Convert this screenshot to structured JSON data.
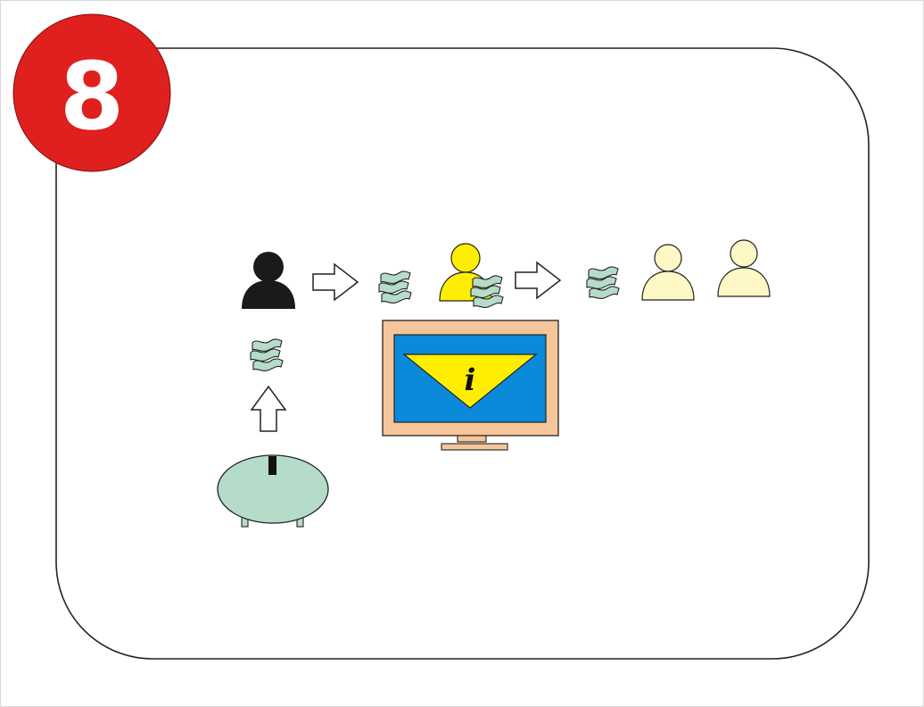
{
  "step_badge": {
    "number": "8",
    "color": "#e0201e",
    "text_color": "#ffffff"
  },
  "monitor": {
    "info_icon_letter": "i",
    "frame_color": "#f5c69a",
    "screen_color": "#0a8ad8",
    "triangle_color": "#ffee00"
  },
  "people": [
    {
      "name": "payer",
      "color": "#1a1a1a"
    },
    {
      "name": "middle-person",
      "color": "#ffee00"
    },
    {
      "name": "recipient-1",
      "color": "#fdf8c6"
    },
    {
      "name": "recipient-2",
      "color": "#fdf8c6"
    }
  ],
  "money_color": "#b4dcc8",
  "piggy_bank_color": "#b4dcc8",
  "icons": [
    "person-icon",
    "arrow-right-icon",
    "money-icon",
    "monitor-icon",
    "info-icon",
    "piggy-bank-icon",
    "arrow-up-icon"
  ]
}
